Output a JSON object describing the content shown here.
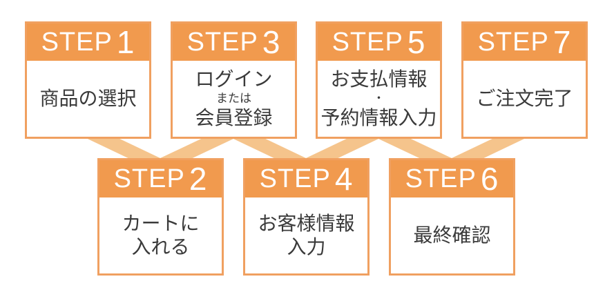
{
  "colors": {
    "accent": "#f19a4e",
    "border": "#f0a060",
    "connector": "#f5c48c",
    "text": "#3a3a3a"
  },
  "steps": [
    {
      "word": "STEP",
      "num": "1",
      "lines": [
        {
          "text": "商品の選択",
          "size": "large"
        }
      ]
    },
    {
      "word": "STEP",
      "num": "2",
      "lines": [
        {
          "text": "カートに",
          "size": "large"
        },
        {
          "text": "入れる",
          "size": "large"
        }
      ]
    },
    {
      "word": "STEP",
      "num": "3",
      "lines": [
        {
          "text": "ログイン",
          "size": "large"
        },
        {
          "text": "または",
          "size": "small"
        },
        {
          "text": "会員登録",
          "size": "large"
        }
      ]
    },
    {
      "word": "STEP",
      "num": "4",
      "lines": [
        {
          "text": "お客様情報",
          "size": "large"
        },
        {
          "text": "入力",
          "size": "large"
        }
      ]
    },
    {
      "word": "STEP",
      "num": "5",
      "lines": [
        {
          "text": "お支払情報",
          "size": "large"
        },
        {
          "text": "・",
          "size": "small"
        },
        {
          "text": "予約情報入力",
          "size": "large"
        }
      ]
    },
    {
      "word": "STEP",
      "num": "6",
      "lines": [
        {
          "text": "最終確認",
          "size": "large"
        }
      ]
    },
    {
      "word": "STEP",
      "num": "7",
      "lines": [
        {
          "text": "ご注文完了",
          "size": "large"
        }
      ]
    }
  ]
}
